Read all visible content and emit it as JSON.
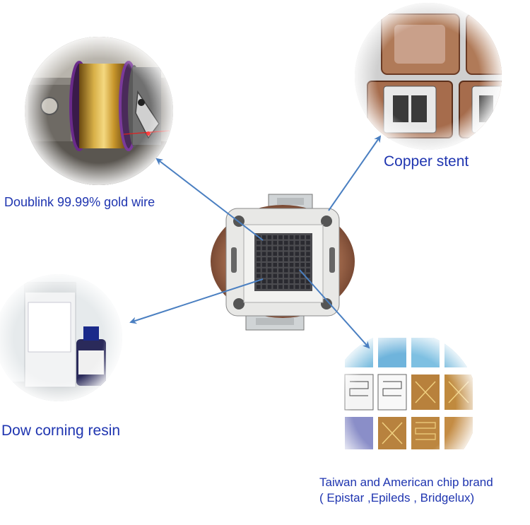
{
  "labels": {
    "gold_wire": "Doublink 99.99% gold wire",
    "copper_stent": "Copper stent",
    "resin": "Dow corning resin",
    "chip_line1": "Taiwan and American chip brand",
    "chip_line2": "( Epistar ,Epileds , Bridgelux)"
  },
  "icons": [
    "gold-wire-spool-photo",
    "copper-stent-photo",
    "resin-bottle-photo",
    "chip-grid-photo",
    "cob-led-module-photo"
  ],
  "colors": {
    "label_text": "#1f35b0",
    "arrow": "#4a7fc1"
  }
}
